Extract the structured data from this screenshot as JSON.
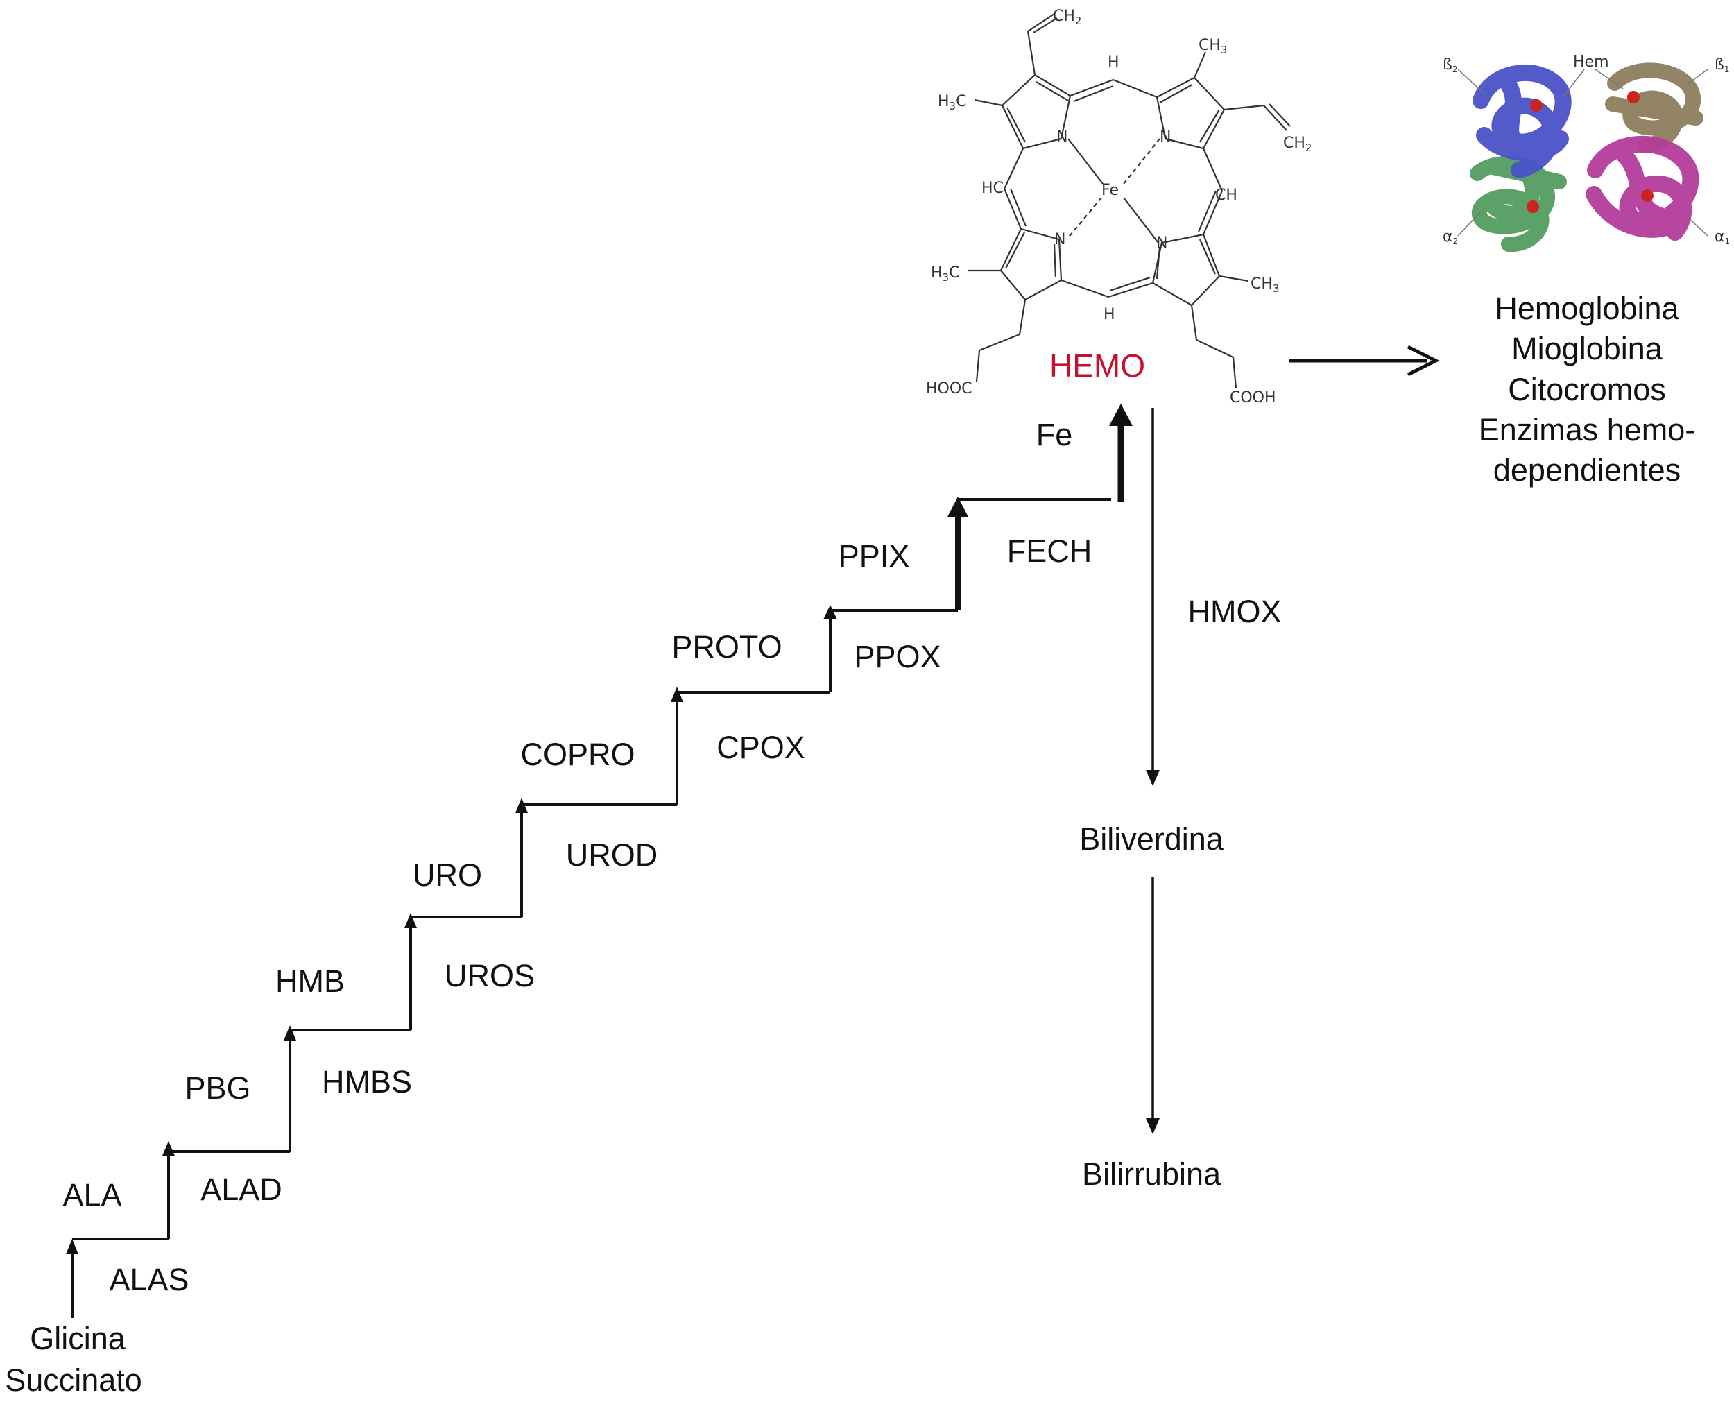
{
  "colors": {
    "line": "#111111",
    "hemo_label": "#c8102e",
    "nitrogen": "#1f3a93",
    "iron": "#c8102e",
    "subunit_beta2": "#4a52c8",
    "subunit_beta1": "#8a7a5a",
    "subunit_alpha2": "#4f9a5c",
    "subunit_alpha1": "#b33d9a",
    "heme_group": "#cc2222"
  },
  "pathway": {
    "start": [
      "Glicina",
      "Succinato"
    ],
    "intermediates": [
      "ALA",
      "PBG",
      "HMB",
      "URO",
      "COPRO",
      "PROTO",
      "PPIX"
    ],
    "enzymes": [
      "ALAS",
      "ALAD",
      "HMBS",
      "UROS",
      "UROD",
      "CPOX",
      "PPOX",
      "FECH"
    ],
    "iron_label": "Fe"
  },
  "heme": {
    "name": "HEMO",
    "atoms": {
      "iron": "Fe",
      "nitrogen": "N",
      "ch2": "CH",
      "ch2_sub": "2",
      "ch3": "CH",
      "ch3_sub": "3",
      "h3c": "H",
      "h3c_sub": "3",
      "h3c_c": "C",
      "h": "H",
      "hc": "HC",
      "ch": "CH",
      "hooc": "HOOC",
      "cooh": "COOH"
    }
  },
  "hemoglobin_labels": {
    "beta2": "ß",
    "beta2_sub": "2",
    "beta1": "ß",
    "beta1_sub": "1",
    "alpha2": "α",
    "alpha2_sub": "2",
    "alpha1": "α",
    "alpha1_sub": "1",
    "hem": "Hem"
  },
  "products": [
    "Hemoglobina",
    "Mioglobina",
    "Citocromos",
    "Enzimas hemo-",
    "dependientes"
  ],
  "degradation": {
    "enzyme": "HMOX",
    "steps": [
      "Biliverdina",
      "Bilirrubina"
    ]
  }
}
